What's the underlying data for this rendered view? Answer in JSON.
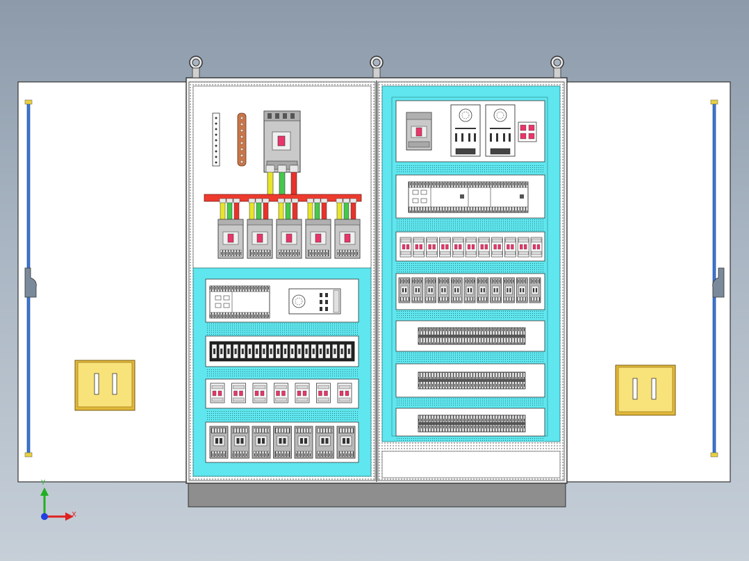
{
  "colors": {
    "background_top": "#8c9aaa",
    "background_bottom": "#c6cfd8",
    "cabinet_body": "#ffffff",
    "mounting_rail": "#5fe6ee",
    "busbar": "#ee3b2e",
    "wire_yellow": "#e8e42a",
    "wire_green": "#46c84a",
    "wire_red": "#e8322a",
    "copper_bar": "#c8764a",
    "breaker_body": "#c9c9c9",
    "breaker_handle": "#e8366a",
    "door_handle_plate": "#f8e27a",
    "door_handle_plate_edge": "#e0b83a",
    "hinge_rod": "#3a78d8",
    "plinth": "#8e8e8e",
    "axis_x": "#e02020",
    "axis_y": "#20b020",
    "axis_z": "#2040e0"
  },
  "axis_triad": {
    "x_label": "X",
    "y_label": "Y"
  },
  "layout_counts": {
    "lifting_eyes": 3,
    "branch_breakers": 5,
    "left_bottom_row_a_modules": 7,
    "left_bottom_row_b_modules": 7,
    "right_relay_row_modules": 11,
    "right_contactor_row_modules": 11,
    "right_terminal_blocks": 3
  },
  "icons": {
    "lifting_eye": "lifting-eye-icon",
    "door_handle": "door-handle-icon",
    "axis_triad": "axis-triad-icon"
  }
}
